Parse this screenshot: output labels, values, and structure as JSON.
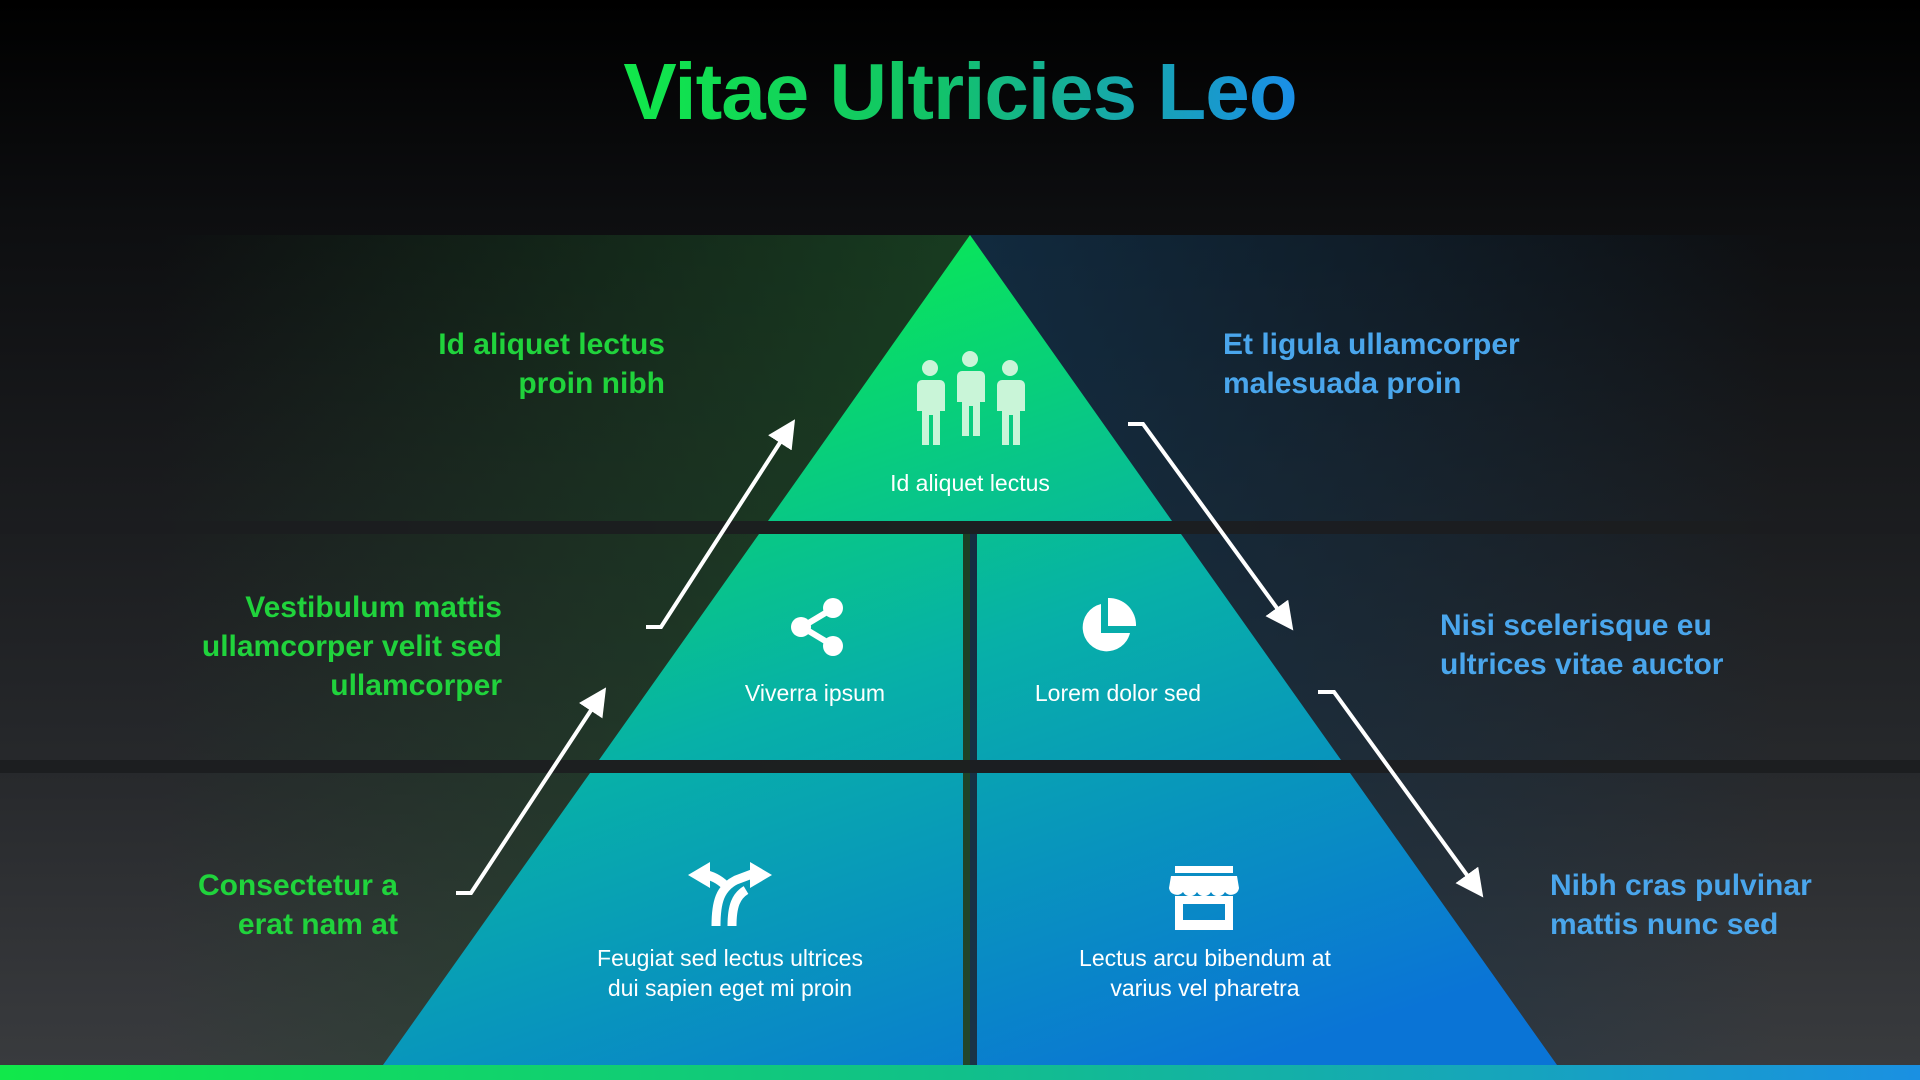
{
  "title": "Vitae Ultricies Leo",
  "colors": {
    "green": "#11e84a",
    "blue": "#1a8ee8",
    "left_text": "#20d33c",
    "right_text": "#4aa6ec"
  },
  "pyramid": {
    "top": {
      "label": "Id aliquet lectus",
      "icon": "people-icon"
    },
    "middle_left": {
      "label": "Viverra ipsum",
      "icon": "share-icon"
    },
    "middle_right": {
      "label": "Lorem dolor sed",
      "icon": "pie-chart-icon"
    },
    "bottom_left": {
      "line1": "Feugiat sed lectus ultrices",
      "line2": "dui sapien eget mi proin",
      "icon": "split-arrows-icon"
    },
    "bottom_right": {
      "line1": "Lectus arcu bibendum at",
      "line2": "varius vel pharetra",
      "icon": "storefront-icon"
    }
  },
  "left_labels": {
    "top": {
      "line1": "Id aliquet lectus",
      "line2": "proin nibh"
    },
    "middle": {
      "line1": "Vestibulum mattis",
      "line2": "ullamcorper velit sed",
      "line3": "ullamcorper"
    },
    "bottom": {
      "line1": "Consectetur a",
      "line2": "erat nam at"
    }
  },
  "right_labels": {
    "top": {
      "line1": "Et ligula ullamcorper",
      "line2": "malesuada proin"
    },
    "middle": {
      "line1": "Nisi scelerisque eu",
      "line2": "ultrices vitae auctor"
    },
    "bottom": {
      "line1": "Nibh cras pulvinar",
      "line2": "mattis nunc sed"
    }
  }
}
